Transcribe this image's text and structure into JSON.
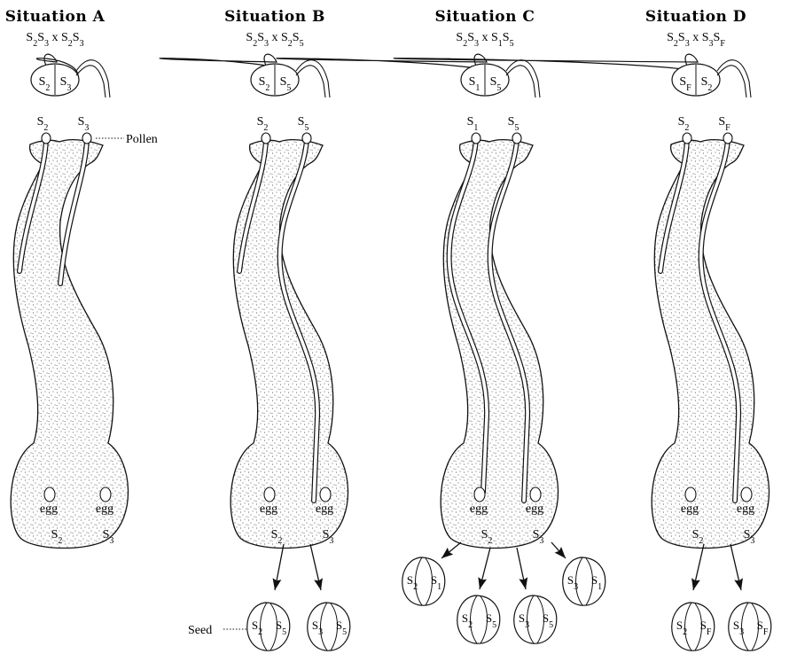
{
  "situations": [
    {
      "title": "Situation A",
      "cross": [
        [
          "S",
          "2"
        ],
        [
          "S",
          "3"
        ],
        [
          " x ",
          ""
        ],
        [
          "S",
          "2"
        ],
        [
          "S",
          "3"
        ]
      ],
      "anther": [
        [
          "S",
          "2"
        ],
        [
          "S",
          "3"
        ]
      ],
      "pollen": [
        [
          "S",
          "2"
        ],
        [
          "S",
          "3"
        ]
      ],
      "eggs": [
        "egg",
        "egg"
      ],
      "ovules": [
        [
          "S",
          "2"
        ],
        [
          "S",
          "3"
        ]
      ],
      "seeds": []
    },
    {
      "title": "Situation B",
      "cross": [
        [
          "S",
          "2"
        ],
        [
          "S",
          "3"
        ],
        [
          " x ",
          ""
        ],
        [
          "S",
          "2"
        ],
        [
          "S",
          "5"
        ]
      ],
      "anther": [
        [
          "S",
          "2"
        ],
        [
          "S",
          "5"
        ]
      ],
      "pollen": [
        [
          "S",
          "2"
        ],
        [
          "S",
          "5"
        ]
      ],
      "eggs": [
        "egg",
        "egg"
      ],
      "ovules": [
        [
          "S",
          "2"
        ],
        [
          "S",
          "3"
        ]
      ],
      "seeds": [
        [
          [
            "S",
            "2"
          ],
          [
            "S",
            "5"
          ]
        ],
        [
          [
            "S",
            "3"
          ],
          [
            "S",
            "5"
          ]
        ]
      ]
    },
    {
      "title": "Situation C",
      "cross": [
        [
          "S",
          "2"
        ],
        [
          "S",
          "3"
        ],
        [
          " x ",
          ""
        ],
        [
          "S",
          "1"
        ],
        [
          "S",
          "5"
        ]
      ],
      "anther": [
        [
          "S",
          "1"
        ],
        [
          "S",
          "5"
        ]
      ],
      "pollen": [
        [
          "S",
          "1"
        ],
        [
          "S",
          "5"
        ]
      ],
      "eggs": [
        "egg",
        "egg"
      ],
      "ovules": [
        [
          "S",
          "2"
        ],
        [
          "S",
          "3"
        ]
      ],
      "seeds": [
        [
          [
            "S",
            "2"
          ],
          [
            "S",
            "1"
          ]
        ],
        [
          [
            "S",
            "2"
          ],
          [
            "S",
            "5"
          ]
        ],
        [
          [
            "S",
            "3"
          ],
          [
            "S",
            "5"
          ]
        ],
        [
          [
            "S",
            "3"
          ],
          [
            "S",
            "1"
          ]
        ]
      ]
    },
    {
      "title": "Situation D",
      "cross": [
        [
          "S",
          "2"
        ],
        [
          "S",
          "3"
        ],
        [
          " x ",
          ""
        ],
        [
          "S",
          "3"
        ],
        [
          "S",
          "F"
        ]
      ],
      "anther": [
        [
          "S",
          "F"
        ],
        [
          "S",
          "2"
        ]
      ],
      "pollen": [
        [
          "S",
          "2"
        ],
        [
          "S",
          "F"
        ]
      ],
      "eggs": [
        "egg",
        "egg"
      ],
      "ovules": [
        [
          "S",
          "2"
        ],
        [
          "S",
          "3"
        ]
      ],
      "seeds": [
        [
          [
            "S",
            "2"
          ],
          [
            "S",
            "F"
          ]
        ],
        [
          [
            "S",
            "3"
          ],
          [
            "S",
            "F"
          ]
        ]
      ]
    }
  ],
  "callouts": {
    "pollen": "Pollen",
    "seed": "Seed"
  }
}
